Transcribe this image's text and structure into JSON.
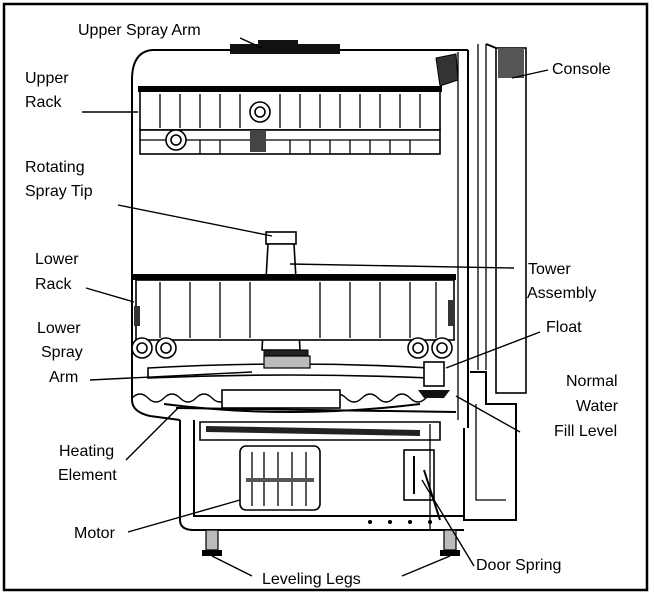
{
  "labels": {
    "upper_spray_arm": "Upper Spray Arm",
    "upper_rack_1": "Upper",
    "upper_rack_2": "Rack",
    "console": "Console",
    "rotating_spray_tip_1": "Rotating",
    "rotating_spray_tip_2": "Spray Tip",
    "lower_rack_1": "Lower",
    "lower_rack_2": "Rack",
    "tower_assembly_1": "Tower",
    "tower_assembly_2": "Assembly",
    "lower_spray_arm_1": "Lower",
    "lower_spray_arm_2": "Spray",
    "lower_spray_arm_3": "Arm",
    "float": "Float",
    "normal_water_fill_level_1": "Normal",
    "normal_water_fill_level_2": "Water",
    "normal_water_fill_level_3": "Fill Level",
    "heating_element_1": "Heating",
    "heating_element_2": "Element",
    "motor": "Motor",
    "leveling_legs": "Leveling Legs",
    "door_spring": "Door Spring"
  }
}
